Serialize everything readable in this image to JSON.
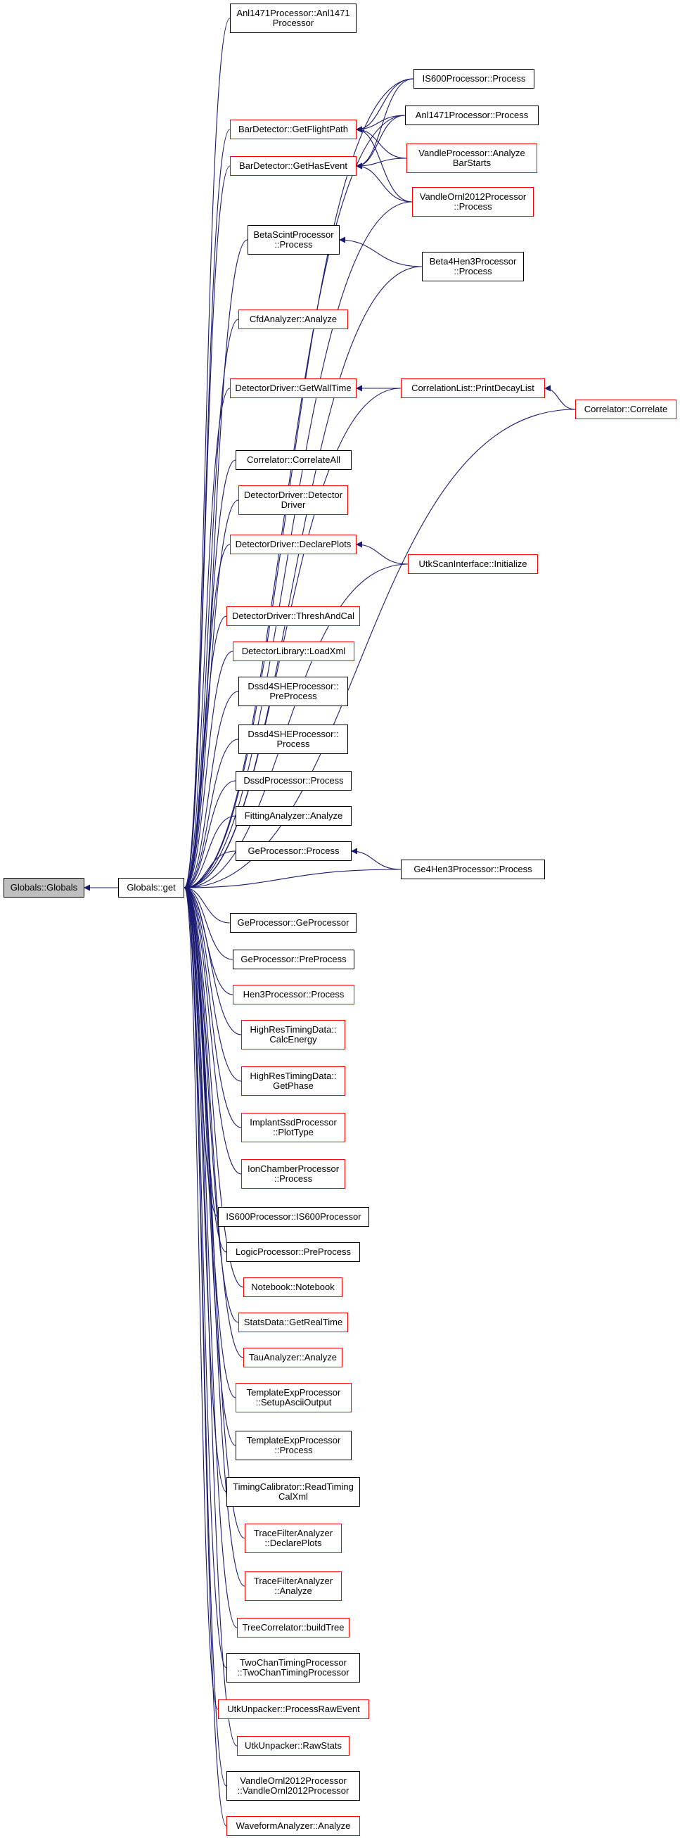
{
  "graph_title": "",
  "edge_color": "#191970",
  "node_colors": {
    "fill": "#ffffff",
    "border_black": "#000000",
    "border_red": "#ff0000",
    "root_fill": "#bfbfbf"
  },
  "nodes": [
    {
      "id": "globals_ctor",
      "label": "Globals::Globals",
      "style": "gray"
    },
    {
      "id": "get",
      "label": "Globals::get",
      "style": "black"
    },
    {
      "id": "anl_ctor",
      "label": "Anl1471Processor::Anl1471\nProcessor",
      "style": "black"
    },
    {
      "id": "bar_flight",
      "label": "BarDetector::GetFlightPath",
      "style": "red"
    },
    {
      "id": "bar_hasevent",
      "label": "BarDetector::GetHasEvent",
      "style": "red"
    },
    {
      "id": "beta_proc",
      "label": "BetaScintProcessor\n::Process",
      "style": "black"
    },
    {
      "id": "cfd",
      "label": "CfdAnalyzer::Analyze",
      "style": "red"
    },
    {
      "id": "dd_wall",
      "label": "DetectorDriver::GetWallTime",
      "style": "red"
    },
    {
      "id": "corr_all",
      "label": "Correlator::CorrelateAll",
      "style": "black"
    },
    {
      "id": "dd_ctor",
      "label": "DetectorDriver::Detector\nDriver",
      "style": "red"
    },
    {
      "id": "dd_plots",
      "label": "DetectorDriver::DeclarePlots",
      "style": "red"
    },
    {
      "id": "dd_thresh",
      "label": "DetectorDriver::ThreshAndCal",
      "style": "red"
    },
    {
      "id": "dl_xml",
      "label": "DetectorLibrary::LoadXml",
      "style": "red"
    },
    {
      "id": "dssd4_pre",
      "label": "Dssd4SHEProcessor::\nPreProcess",
      "style": "black"
    },
    {
      "id": "dssd4_proc",
      "label": "Dssd4SHEProcessor::\nProcess",
      "style": "black"
    },
    {
      "id": "dssd_proc",
      "label": "DssdProcessor::Process",
      "style": "black"
    },
    {
      "id": "fit",
      "label": "FittingAnalyzer::Analyze",
      "style": "black"
    },
    {
      "id": "ge_proc",
      "label": "GeProcessor::Process",
      "style": "black"
    },
    {
      "id": "ge_ctor",
      "label": "GeProcessor::GeProcessor",
      "style": "black"
    },
    {
      "id": "ge_pre",
      "label": "GeProcessor::PreProcess",
      "style": "black"
    },
    {
      "id": "hen3",
      "label": "Hen3Processor::Process",
      "style": "red"
    },
    {
      "id": "hrt_calc",
      "label": "HighResTimingData::\nCalcEnergy",
      "style": "red"
    },
    {
      "id": "hrt_phase",
      "label": "HighResTimingData::\nGetPhase",
      "style": "red"
    },
    {
      "id": "implant",
      "label": "ImplantSsdProcessor\n::PlotType",
      "style": "red"
    },
    {
      "id": "ion",
      "label": "IonChamberProcessor\n::Process",
      "style": "red"
    },
    {
      "id": "is600_ctor",
      "label": "IS600Processor::IS600Processor",
      "style": "black"
    },
    {
      "id": "logic",
      "label": "LogicProcessor::PreProcess",
      "style": "black"
    },
    {
      "id": "notebook",
      "label": "Notebook::Notebook",
      "style": "red"
    },
    {
      "id": "stats",
      "label": "StatsData::GetRealTime",
      "style": "red"
    },
    {
      "id": "tau",
      "label": "TauAnalyzer::Analyze",
      "style": "red"
    },
    {
      "id": "tmpl_ascii",
      "label": "TemplateExpProcessor\n::SetupAsciiOutput",
      "style": "red"
    },
    {
      "id": "tmpl_proc",
      "label": "TemplateExpProcessor\n::Process",
      "style": "black"
    },
    {
      "id": "timing_cal",
      "label": "TimingCalibrator::ReadTiming\nCalXml",
      "style": "black"
    },
    {
      "id": "tfa_plots",
      "label": "TraceFilterAnalyzer\n::DeclarePlots",
      "style": "red"
    },
    {
      "id": "tfa_analyze",
      "label": "TraceFilterAnalyzer\n::Analyze",
      "style": "red"
    },
    {
      "id": "tree",
      "label": "TreeCorrelator::buildTree",
      "style": "red"
    },
    {
      "id": "twochan",
      "label": "TwoChanTimingProcessor\n::TwoChanTimingProcessor",
      "style": "black"
    },
    {
      "id": "utk_raw",
      "label": "UtkUnpacker::ProcessRawEvent",
      "style": "red"
    },
    {
      "id": "utk_stats",
      "label": "UtkUnpacker::RawStats",
      "style": "red"
    },
    {
      "id": "vandle_ctor",
      "label": "VandleOrnl2012Processor\n::VandleOrnl2012Processor",
      "style": "black"
    },
    {
      "id": "waveform",
      "label": "WaveformAnalyzer::Analyze",
      "style": "red"
    },
    {
      "id": "is600_proc",
      "label": "IS600Processor::Process",
      "style": "black"
    },
    {
      "id": "anl_proc",
      "label": "Anl1471Processor::Process",
      "style": "black"
    },
    {
      "id": "vandle_bar",
      "label": "VandleProcessor::Analyze\nBarStarts",
      "style": "red"
    },
    {
      "id": "vandle_proc",
      "label": "VandleOrnl2012Processor\n::Process",
      "style": "red"
    },
    {
      "id": "beta4",
      "label": "Beta4Hen3Processor\n::Process",
      "style": "black"
    },
    {
      "id": "corr_print",
      "label": "CorrelationList::PrintDecayList",
      "style": "red"
    },
    {
      "id": "corr_corr",
      "label": "Correlator::Correlate",
      "style": "red"
    },
    {
      "id": "utk_init",
      "label": "UtkScanInterface::Initialize",
      "style": "red"
    },
    {
      "id": "ge4",
      "label": "Ge4Hen3Processor::Process",
      "style": "black"
    }
  ],
  "edges": [
    {
      "from": "get",
      "to": "globals_ctor"
    },
    {
      "from": "anl_ctor",
      "to": "get"
    },
    {
      "from": "is600_proc",
      "to": "get"
    },
    {
      "from": "anl_proc",
      "to": "get"
    },
    {
      "from": "bar_flight",
      "to": "get"
    },
    {
      "from": "bar_hasevent",
      "to": "get"
    },
    {
      "from": "vandle_proc",
      "to": "get"
    },
    {
      "from": "beta_proc",
      "to": "get"
    },
    {
      "from": "beta4",
      "to": "get"
    },
    {
      "from": "cfd",
      "to": "get"
    },
    {
      "from": "corr_print",
      "to": "get"
    },
    {
      "from": "dd_wall",
      "to": "get"
    },
    {
      "from": "corr_corr",
      "to": "get"
    },
    {
      "from": "corr_all",
      "to": "get"
    },
    {
      "from": "dd_ctor",
      "to": "get"
    },
    {
      "from": "dd_plots",
      "to": "get"
    },
    {
      "from": "utk_init",
      "to": "get"
    },
    {
      "from": "dd_thresh",
      "to": "get"
    },
    {
      "from": "dl_xml",
      "to": "get"
    },
    {
      "from": "dssd4_pre",
      "to": "get"
    },
    {
      "from": "dssd4_proc",
      "to": "get"
    },
    {
      "from": "dssd_proc",
      "to": "get"
    },
    {
      "from": "fit",
      "to": "get"
    },
    {
      "from": "ge_proc",
      "to": "get"
    },
    {
      "from": "ge4",
      "to": "get"
    },
    {
      "from": "ge_ctor",
      "to": "get"
    },
    {
      "from": "ge_pre",
      "to": "get"
    },
    {
      "from": "hen3",
      "to": "get"
    },
    {
      "from": "hrt_calc",
      "to": "get"
    },
    {
      "from": "hrt_phase",
      "to": "get"
    },
    {
      "from": "implant",
      "to": "get"
    },
    {
      "from": "ion",
      "to": "get"
    },
    {
      "from": "is600_ctor",
      "to": "get"
    },
    {
      "from": "logic",
      "to": "get"
    },
    {
      "from": "notebook",
      "to": "get"
    },
    {
      "from": "stats",
      "to": "get"
    },
    {
      "from": "tau",
      "to": "get"
    },
    {
      "from": "tmpl_ascii",
      "to": "get"
    },
    {
      "from": "tmpl_proc",
      "to": "get"
    },
    {
      "from": "timing_cal",
      "to": "get"
    },
    {
      "from": "tfa_plots",
      "to": "get"
    },
    {
      "from": "tfa_analyze",
      "to": "get"
    },
    {
      "from": "tree",
      "to": "get"
    },
    {
      "from": "twochan",
      "to": "get"
    },
    {
      "from": "utk_raw",
      "to": "get"
    },
    {
      "from": "utk_stats",
      "to": "get"
    },
    {
      "from": "vandle_ctor",
      "to": "get"
    },
    {
      "from": "waveform",
      "to": "get"
    },
    {
      "from": "is600_proc",
      "to": "bar_flight"
    },
    {
      "from": "anl_proc",
      "to": "bar_flight"
    },
    {
      "from": "vandle_bar",
      "to": "bar_flight"
    },
    {
      "from": "vandle_proc",
      "to": "bar_flight"
    },
    {
      "from": "is600_proc",
      "to": "bar_hasevent"
    },
    {
      "from": "anl_proc",
      "to": "bar_hasevent"
    },
    {
      "from": "vandle_bar",
      "to": "bar_hasevent"
    },
    {
      "from": "vandle_proc",
      "to": "bar_hasevent"
    },
    {
      "from": "beta4",
      "to": "beta_proc"
    },
    {
      "from": "corr_print",
      "to": "dd_wall"
    },
    {
      "from": "corr_corr",
      "to": "corr_print"
    },
    {
      "from": "utk_init",
      "to": "dd_plots"
    },
    {
      "from": "ge4",
      "to": "ge_proc"
    }
  ]
}
